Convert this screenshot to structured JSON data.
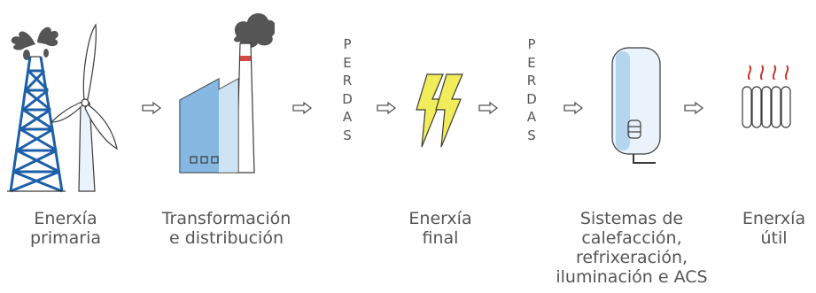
{
  "stages": [
    {
      "id": "primary",
      "icon": "oil-derrick-wind-turbine-icon",
      "label": [
        "Enerxía",
        "primaria"
      ]
    },
    {
      "id": "transformation",
      "icon": "factory-icon",
      "label": [
        "Transformación",
        "e distribución"
      ]
    },
    {
      "id": "final",
      "icon": "lightning-icon",
      "label": [
        "Enerxía",
        "final"
      ]
    },
    {
      "id": "systems",
      "icon": "water-heater-icon",
      "label": [
        "Sistemas de",
        "calefacción,",
        "refrixeración,",
        "iluminación e ACS"
      ]
    },
    {
      "id": "useful",
      "icon": "radiator-icon",
      "label": [
        "Enerxía",
        "útil"
      ]
    }
  ],
  "losses": [
    {
      "letters": [
        "P",
        "E",
        "R",
        "D",
        "A",
        "S"
      ]
    },
    {
      "letters": [
        "P",
        "E",
        "R",
        "D",
        "A",
        "S"
      ]
    }
  ],
  "colors": {
    "outline": "#3a3a3a",
    "blue": "#1d5fa8",
    "light_blue": "#9cc8ea",
    "yellow": "#f1ec5a",
    "smoke": "#555555",
    "chimney_red": "#d24a4a",
    "flame_red": "#c8372f",
    "text": "#555555"
  }
}
